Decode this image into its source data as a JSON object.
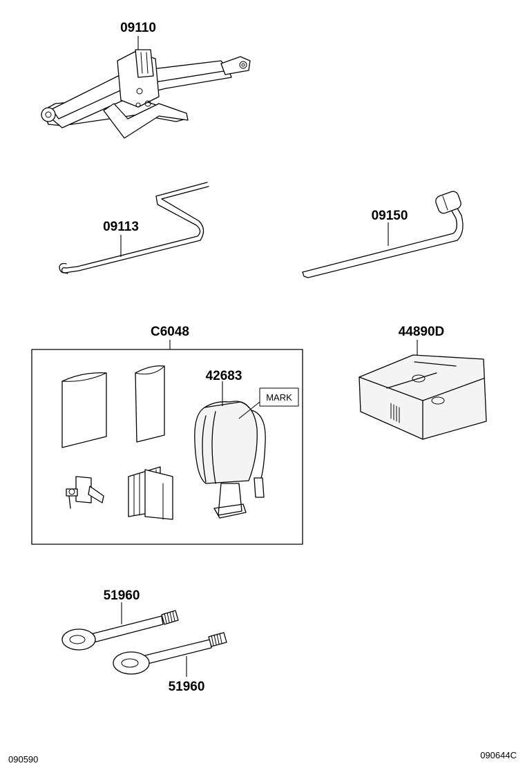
{
  "parts": {
    "jack": "09110",
    "jack_handle": "09113",
    "wrench": "09150",
    "kit": "C6048",
    "compressor": "42683",
    "mark_label": "MARK",
    "case": "44890D",
    "towing_eye_top": "51960",
    "towing_eye_bottom": "51960"
  },
  "footer": {
    "left_code": "090590",
    "right_code": "090644C"
  }
}
